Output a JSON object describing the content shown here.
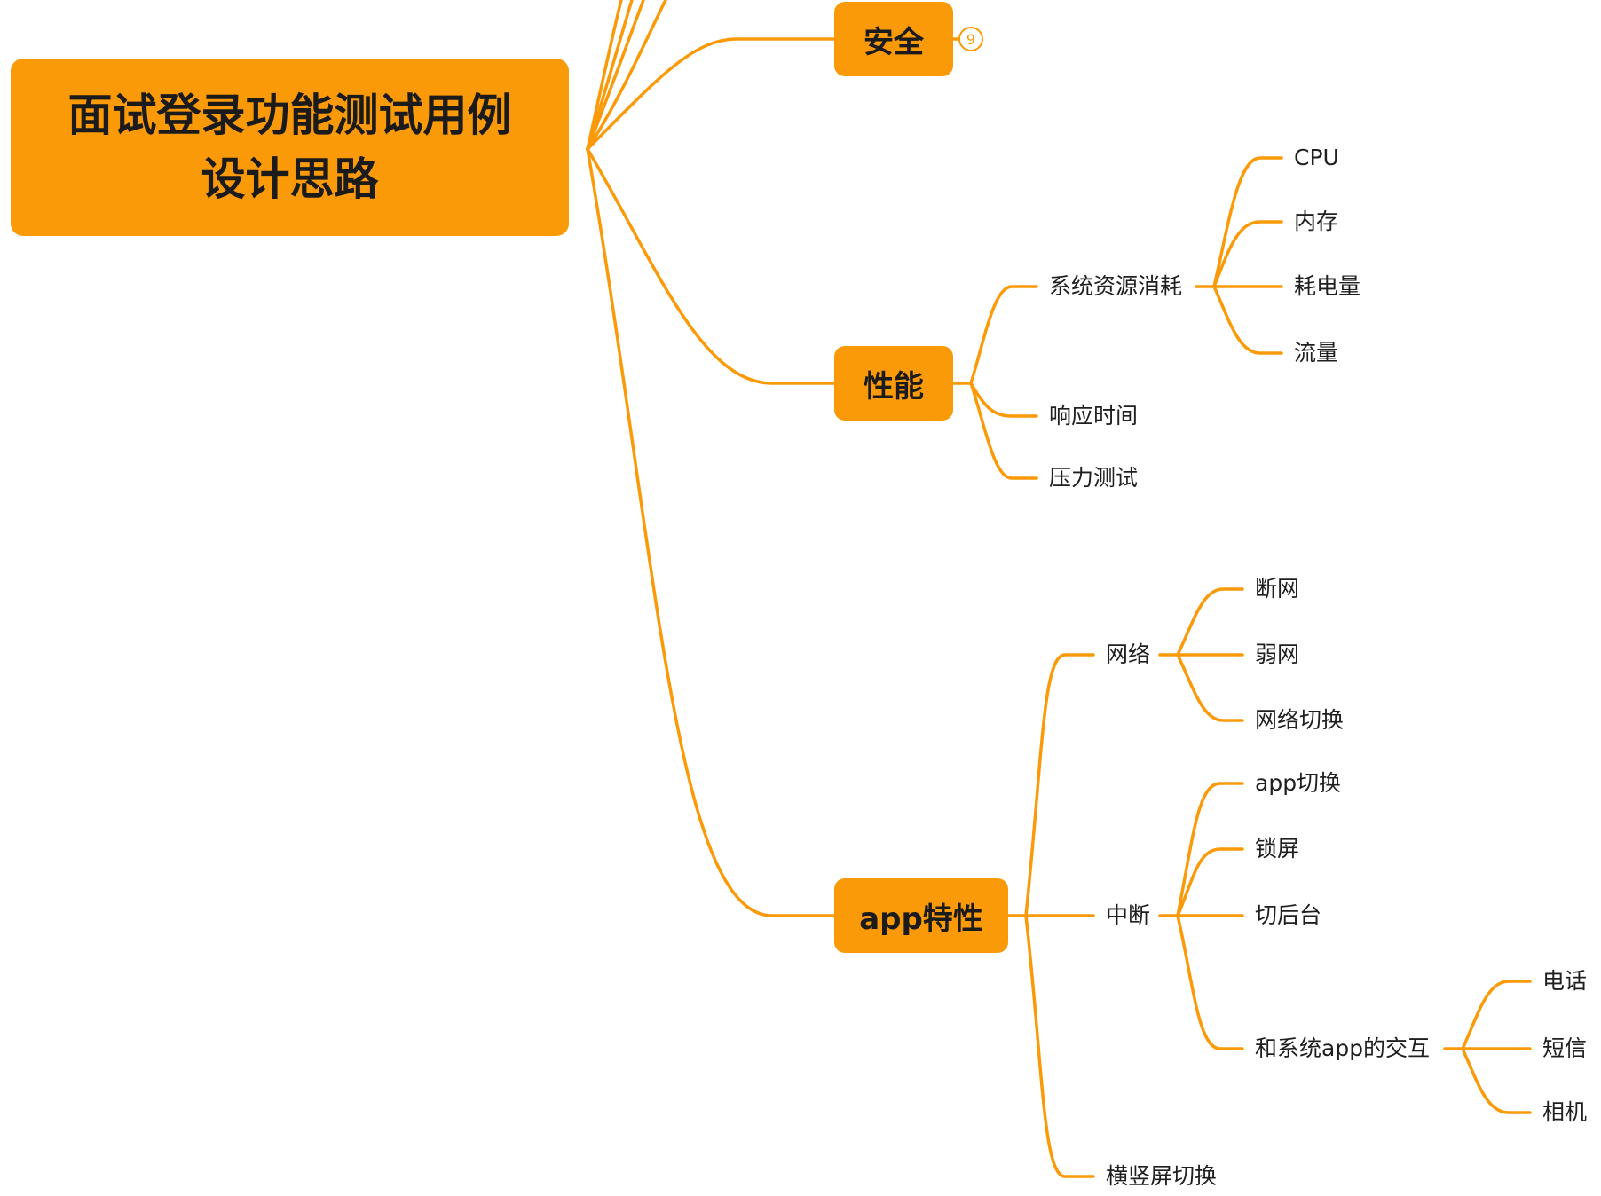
{
  "accent_color": "#fa9a08",
  "root": {
    "line1": "面试登录功能测试用例",
    "line2": "设计思路"
  },
  "anquan": {
    "label": "安全",
    "collapsed_count": "9"
  },
  "xingneng": {
    "label": "性能",
    "resource": {
      "label": "系统资源消耗",
      "items": [
        "CPU",
        "内存",
        "耗电量",
        "流量"
      ]
    },
    "response": "响应时间",
    "stress": "压力测试"
  },
  "app": {
    "label": "app特性",
    "network": {
      "label": "网络",
      "items": [
        "断网",
        "弱网",
        "网络切换"
      ]
    },
    "interrupt": {
      "label": "中断",
      "items": [
        "app切换",
        "锁屏",
        "切后台"
      ],
      "system": {
        "label": "和系统app的交互",
        "items": [
          "电话",
          "短信",
          "相机"
        ]
      }
    },
    "rotate": "横竖屏切换"
  }
}
